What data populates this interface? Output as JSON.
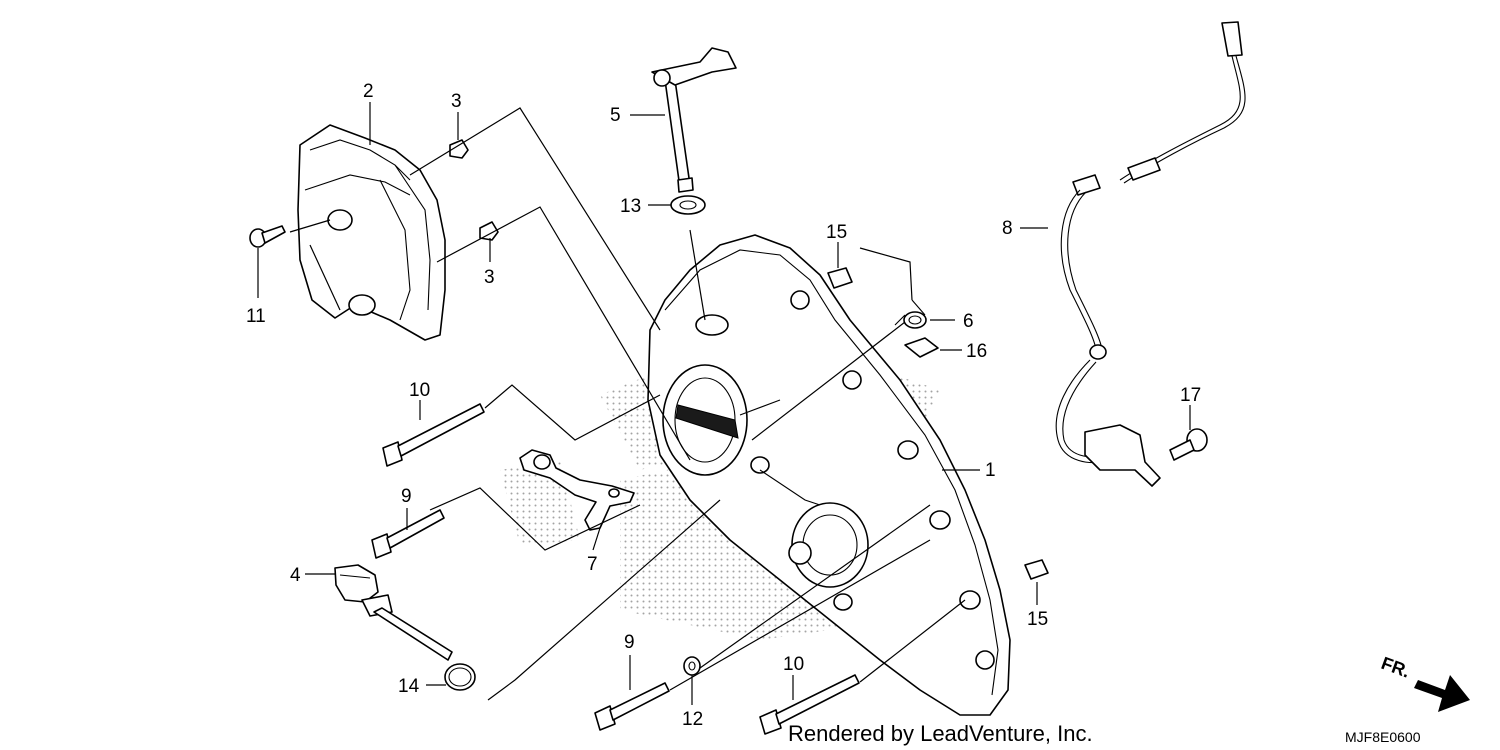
{
  "diagram": {
    "footer_text": "Rendered by LeadVenture, Inc.",
    "diagram_code": "MJF8E0600",
    "direction_label": "FR.",
    "callouts": [
      "1",
      "2",
      "3",
      "3",
      "4",
      "5",
      "6",
      "7",
      "8",
      "9",
      "9",
      "10",
      "10",
      "11",
      "12",
      "13",
      "14",
      "15",
      "15",
      "16",
      "17"
    ]
  }
}
